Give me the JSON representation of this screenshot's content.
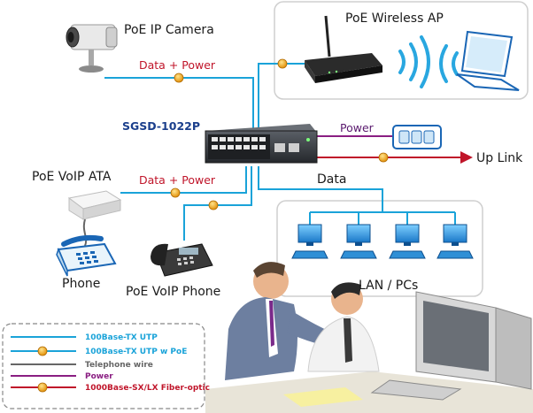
{
  "devices": {
    "camera": "PoE IP Camera",
    "wireless_ap": "PoE Wireless AP",
    "switch": "SGSD-1022P",
    "voip_ata": "PoE VoIP ATA",
    "phone": "Phone",
    "voip_phone": "PoE VoIP Phone",
    "lan": "LAN / PCs"
  },
  "links": {
    "data_power_top": "Data + Power",
    "data_power_ata": "Data + Power",
    "power": "Power",
    "uplink": "Up Link",
    "data": "Data"
  },
  "legend": [
    {
      "label": "100Base-TX UTP",
      "color": "#1aa3d9"
    },
    {
      "label": "100Base-TX UTP w PoE",
      "color": "#1aa3d9"
    },
    {
      "label": "Telephone wire",
      "color": "#666666"
    },
    {
      "label": "Power",
      "color": "#8a1e82"
    },
    {
      "label": "1000Base-SX/LX Fiber-optic",
      "color": "#c0152a"
    }
  ],
  "colors": {
    "utp": "#1aa3d9",
    "phone_wire": "#666666",
    "power": "#8a1e82",
    "fiber": "#c0152a",
    "poe_marker": "#f0a21a"
  }
}
